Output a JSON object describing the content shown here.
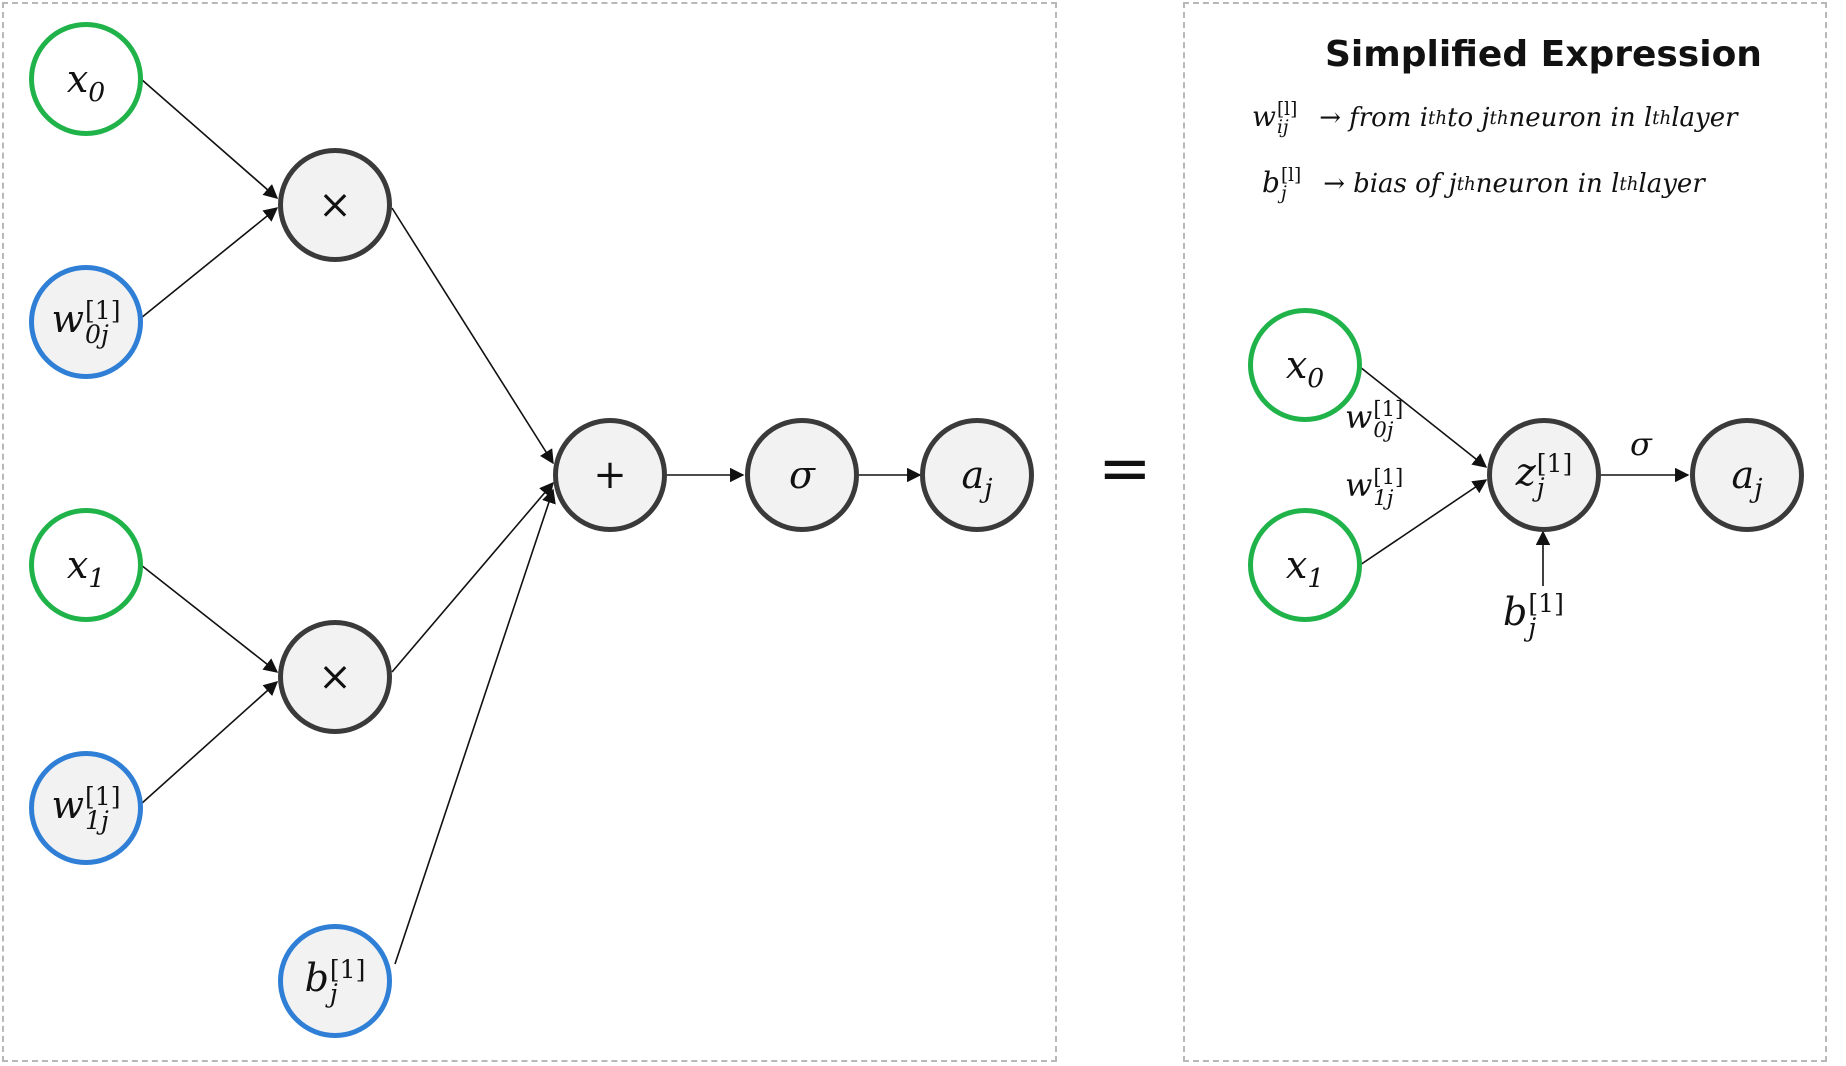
{
  "equals_sign": "=",
  "right_panel": {
    "title": "Simplified Expression",
    "legend": [
      {
        "symbol_base": "w",
        "symbol_sup": "[l]",
        "symbol_sub": "ij",
        "arrow": "→",
        "text_parts": [
          "from ",
          "i",
          "th",
          " to ",
          "j",
          "th",
          " neuron in ",
          "l",
          "th",
          " layer"
        ]
      },
      {
        "symbol_base": "b",
        "symbol_sup": "[l]",
        "symbol_sub": "j",
        "arrow": "→",
        "text_parts": [
          "bias of ",
          "j",
          "th",
          " neuron in ",
          "l",
          "th",
          " layer"
        ]
      }
    ],
    "nodes": {
      "x0": {
        "base": "x",
        "sub": "0"
      },
      "x1": {
        "base": "x",
        "sub": "1"
      },
      "z": {
        "base": "z",
        "sup": "[1]",
        "sub": "j"
      },
      "a": {
        "base": "a",
        "sub": "j"
      },
      "b": {
        "base": "b",
        "sup": "[1]",
        "sub": "j"
      }
    },
    "edge_labels": {
      "w0": {
        "base": "w",
        "sup": "[1]",
        "sub": "0j"
      },
      "w1": {
        "base": "w",
        "sup": "[1]",
        "sub": "1j"
      },
      "sigma": "σ"
    }
  },
  "left_panel": {
    "nodes": {
      "x0": {
        "base": "x",
        "sub": "0"
      },
      "w0": {
        "base": "w",
        "sup": "[1]",
        "sub": "0j"
      },
      "x1": {
        "base": "x",
        "sub": "1"
      },
      "w1": {
        "base": "w",
        "sup": "[1]",
        "sub": "1j"
      },
      "mul_top": {
        "symbol": "×"
      },
      "mul_bottom": {
        "symbol": "×"
      },
      "bias": {
        "base": "b",
        "sup": "[1]",
        "sub": "j"
      },
      "plus": {
        "symbol": "+"
      },
      "sigma": {
        "symbol": "σ"
      },
      "a": {
        "base": "a",
        "sub": "j"
      }
    }
  },
  "colors": {
    "input_border": "#1fb34a",
    "param_border": "#2f7fd6",
    "op_border": "#3a3a3a",
    "node_fill": "#f2f2f2",
    "panel_border": "#b8b8b8"
  }
}
